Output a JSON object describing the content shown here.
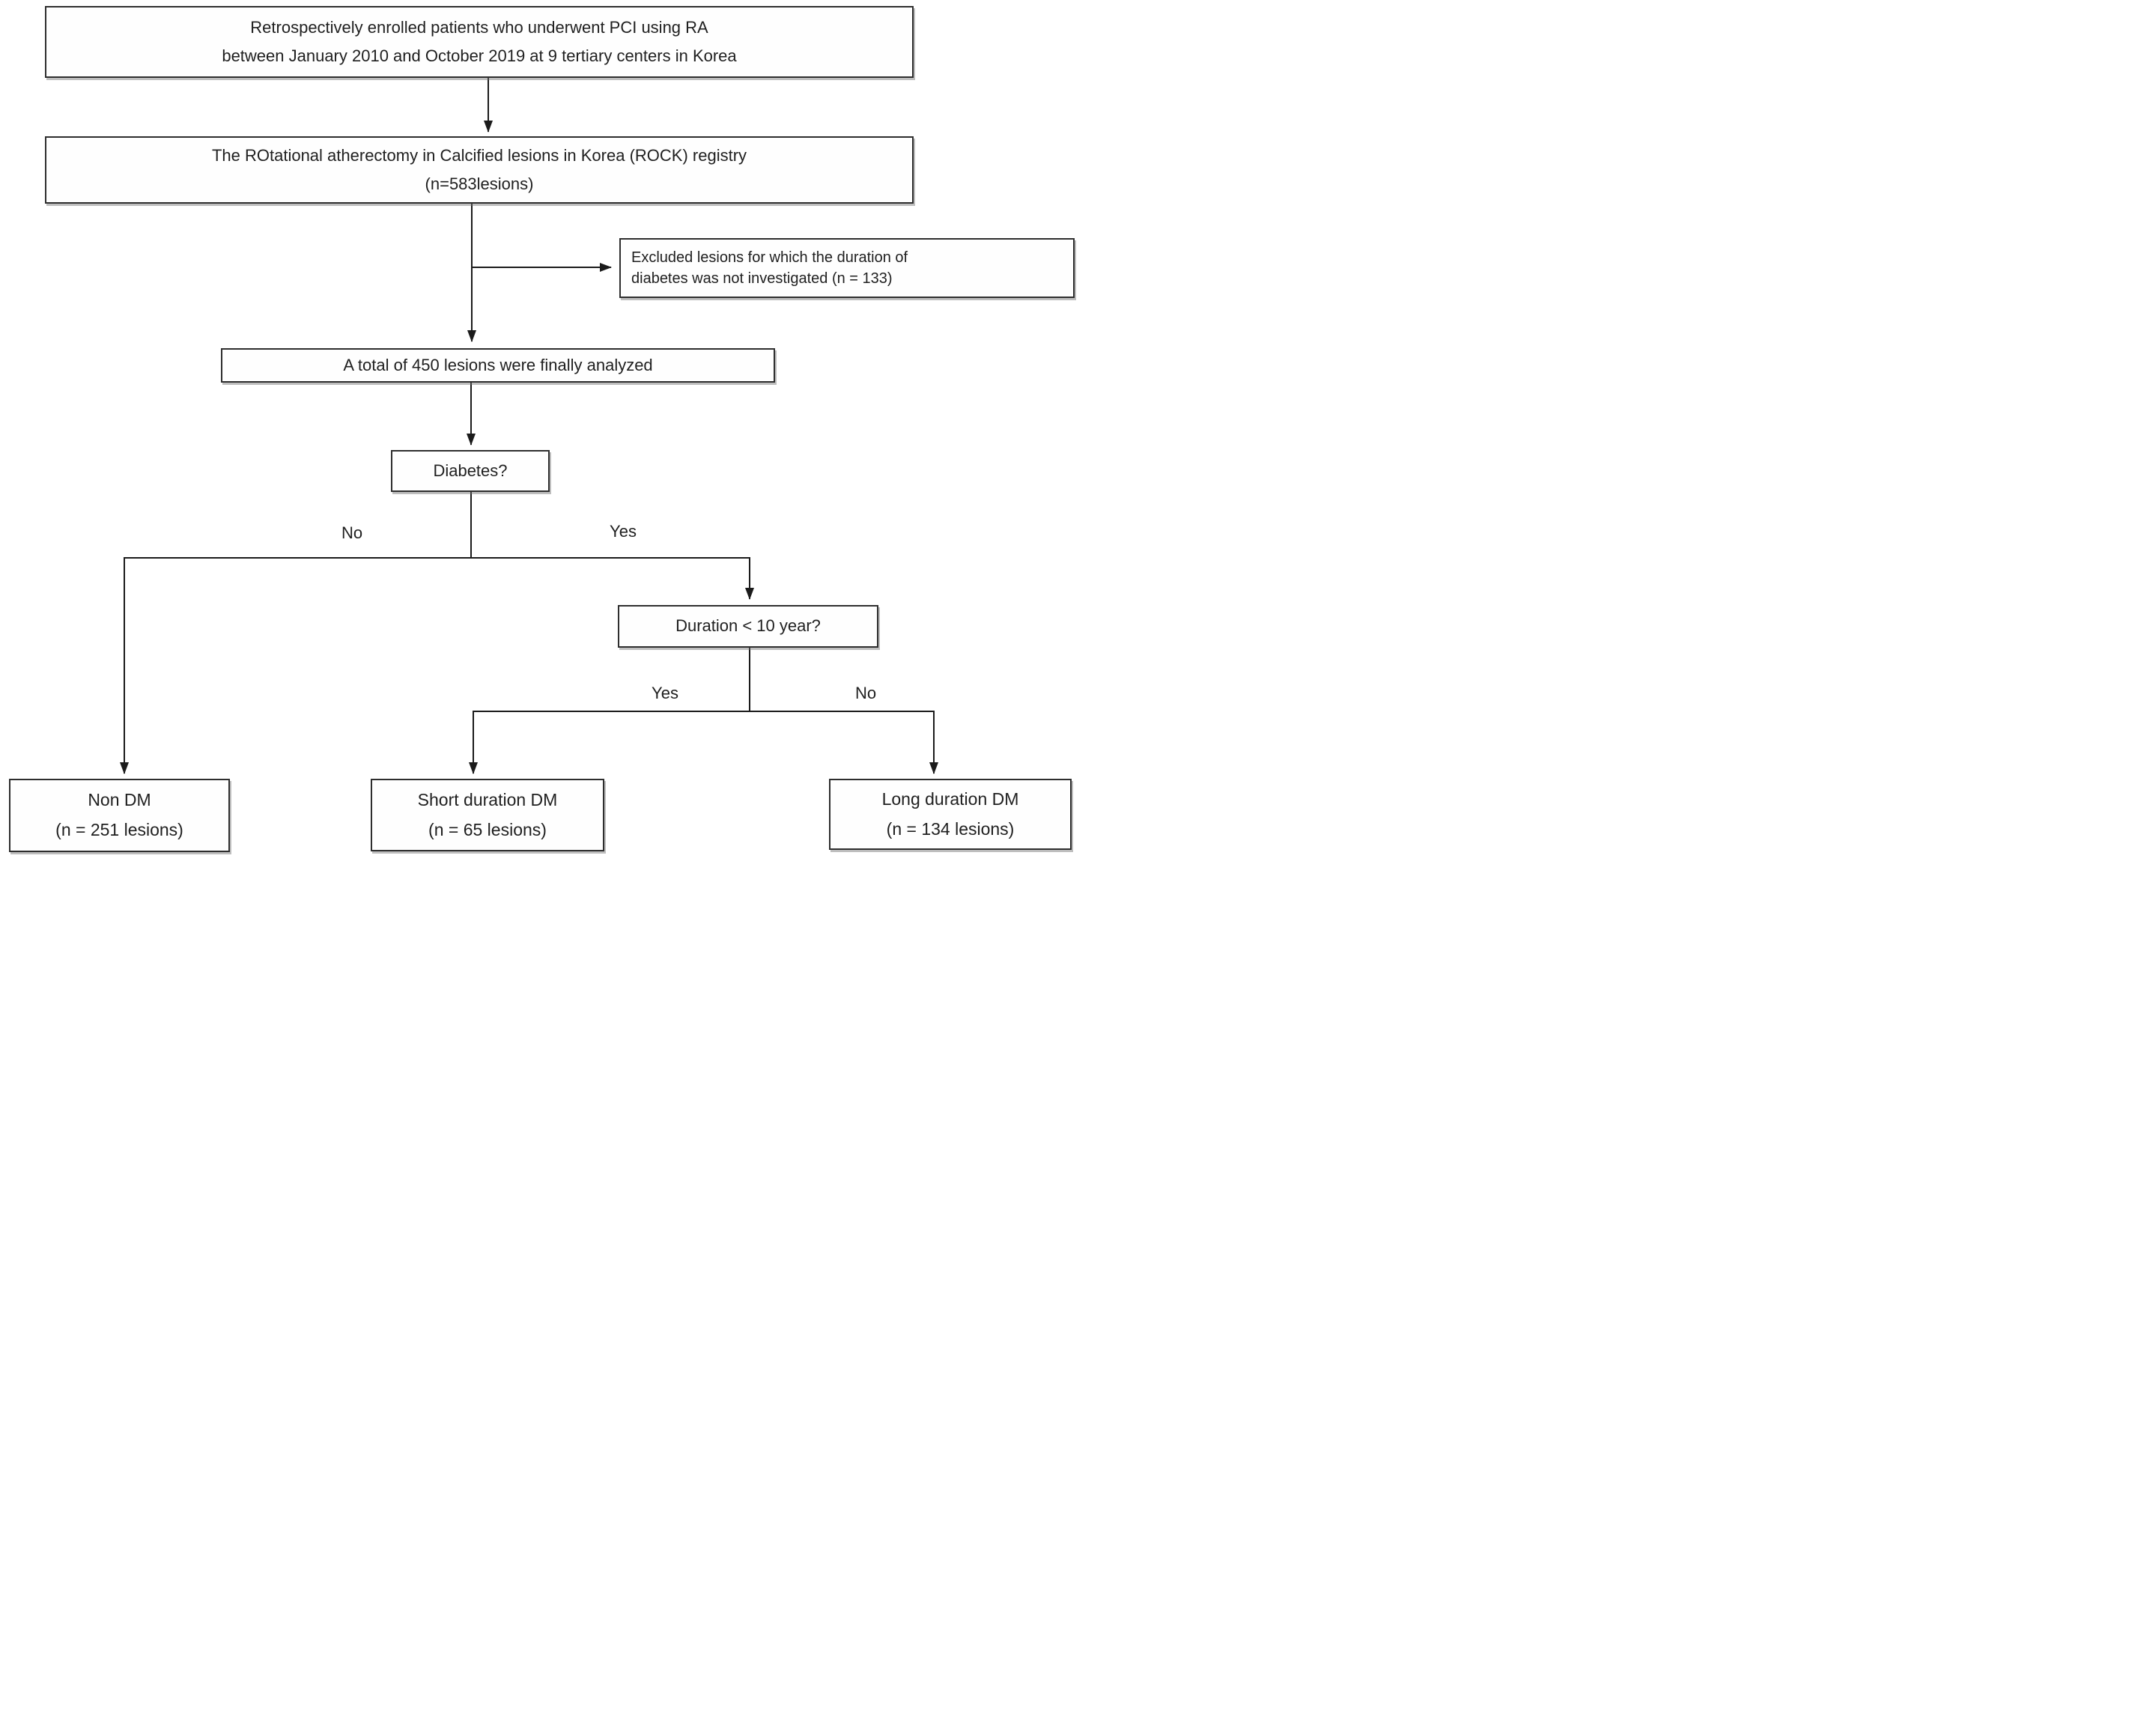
{
  "diagram_type": "flowchart",
  "colors": {
    "background": "#ffffff",
    "box_border": "#2e2e2e",
    "connector": "#1b1b1b",
    "text": "#1f1f1f"
  },
  "nodes": {
    "enrollment": {
      "line1": "Retrospectively enrolled patients who underwent PCI using RA",
      "line2": "between January 2010 and October 2019 at 9 tertiary centers in Korea"
    },
    "registry": {
      "line1": "The ROtational atherectomy in Calcified lesions in Korea (ROCK) registry",
      "line2": "(n=583lesions)"
    },
    "excluded": {
      "line1": "Excluded lesions for which the duration of",
      "line2": "diabetes was not investigated (n = 133)"
    },
    "analyzed": {
      "line1": "A total of 450 lesions were finally analyzed"
    },
    "diabetes_question": {
      "line1": "Diabetes?"
    },
    "duration_question": {
      "line1": "Duration < 10 year?"
    },
    "non_dm": {
      "line1": "Non DM",
      "line2": "(n = 251 lesions)"
    },
    "short_dm": {
      "line1": "Short duration DM",
      "line2": "(n = 65 lesions)"
    },
    "long_dm": {
      "line1": "Long duration DM",
      "line2": "(n = 134 lesions)"
    }
  },
  "branch_labels": {
    "diabetes_no": "No",
    "diabetes_yes": "Yes",
    "duration_yes": "Yes",
    "duration_no": "No"
  }
}
